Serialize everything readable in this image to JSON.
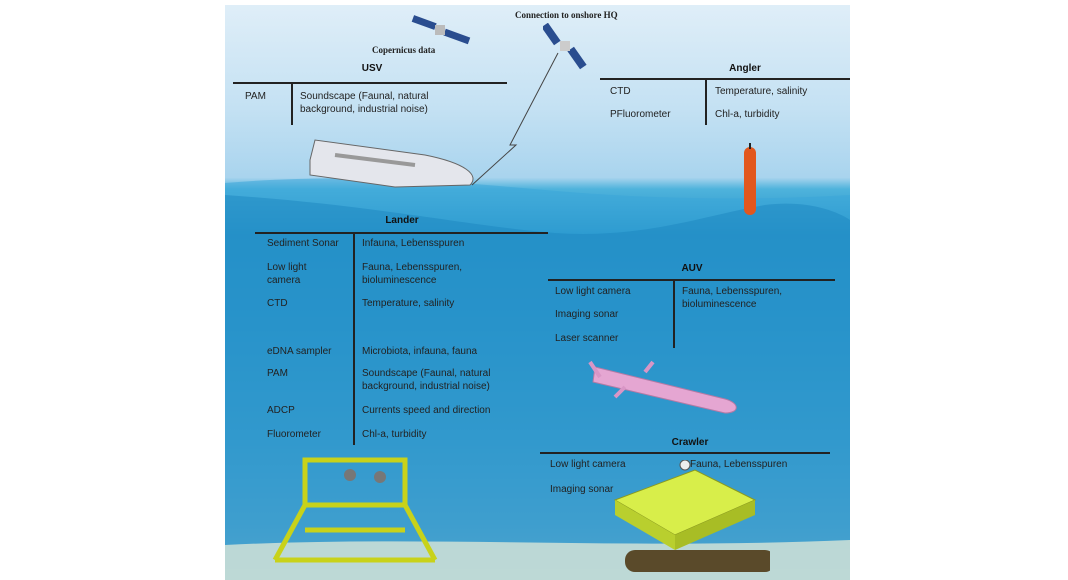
{
  "labels": {
    "connection": "Connection to onshore HQ",
    "copernicus": "Copernicus data"
  },
  "usv": {
    "title": "USV",
    "rows": [
      {
        "sensor": "PAM",
        "target": "Soundscape (Faunal, natural\nbackground, industrial noise)"
      }
    ]
  },
  "angler": {
    "title": "Angler",
    "rows": [
      {
        "sensor": "CTD",
        "target": "Temperature, salinity"
      },
      {
        "sensor": "PFluorometer",
        "target": "Chl-a, turbidity"
      }
    ]
  },
  "lander": {
    "title": "Lander",
    "rows": [
      {
        "sensor": "Sediment Sonar",
        "target": "Infauna, Lebensspuren"
      },
      {
        "sensor": "Low light\ncamera",
        "target": "Fauna, Lebensspuren,\nbioluminescence"
      },
      {
        "sensor": "CTD",
        "target": "Temperature, salinity"
      },
      {
        "sensor": "eDNA sampler",
        "target": "Microbiota, infauna, fauna"
      },
      {
        "sensor": "PAM",
        "target": "Soundscape (Faunal, natural\nbackground, industrial noise)"
      },
      {
        "sensor": "ADCP",
        "target": "Currents speed and direction"
      },
      {
        "sensor": "Fluorometer",
        "target": "Chl-a, turbidity"
      }
    ]
  },
  "auv": {
    "title": "AUV",
    "rows": [
      {
        "sensor": "Low light camera",
        "target": "Fauna, Lebensspuren,\nbioluminescence"
      },
      {
        "sensor": "Imaging sonar"
      },
      {
        "sensor": "Laser scanner"
      }
    ]
  },
  "crawler": {
    "title": "Crawler",
    "rows": [
      {
        "sensor": "Low light camera",
        "target": "Fauna, Lebensspuren"
      },
      {
        "sensor": "Imaging sonar"
      }
    ]
  }
}
